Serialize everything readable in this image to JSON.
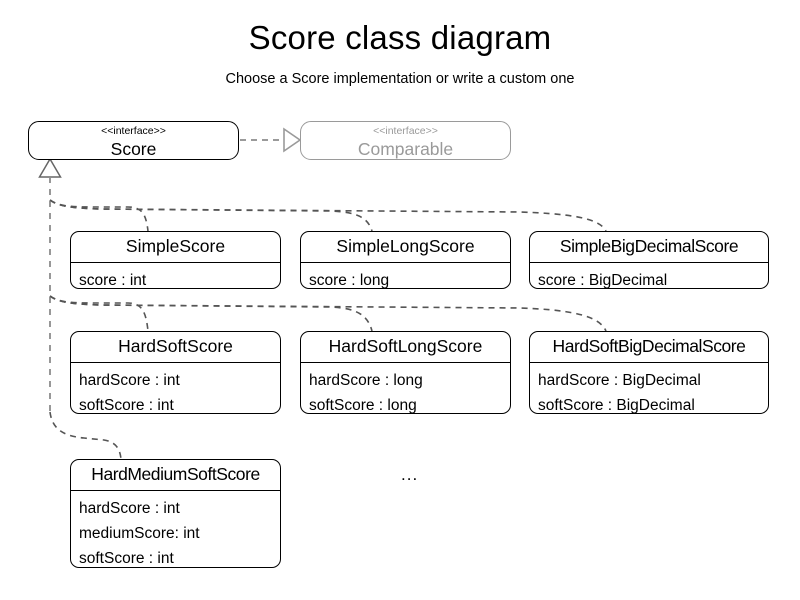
{
  "header": {
    "title": "Score class diagram",
    "subtitle": "Choose a Score implementation or write a custom one"
  },
  "colors": {
    "stroke": "#000000",
    "muted": "#9a9a9a",
    "connector": "#808080",
    "background": "#ffffff"
  },
  "interfaces": [
    {
      "id": "score",
      "stereotype": "<<interface>>",
      "name": "Score",
      "muted": false
    },
    {
      "id": "comparable",
      "stereotype": "<<interface>>",
      "name": "Comparable",
      "muted": true
    }
  ],
  "classes": [
    {
      "id": "simple-score",
      "name": "SimpleScore",
      "attributes": [
        "score : int"
      ]
    },
    {
      "id": "simple-long-score",
      "name": "SimpleLongScore",
      "attributes": [
        "score : long"
      ]
    },
    {
      "id": "simple-big-decimal-score",
      "name": "SimpleBigDecimalScore",
      "attributes": [
        "score : BigDecimal"
      ]
    },
    {
      "id": "hard-soft-score",
      "name": "HardSoftScore",
      "attributes": [
        "hardScore : int",
        "softScore : int"
      ]
    },
    {
      "id": "hard-soft-long-score",
      "name": "HardSoftLongScore",
      "attributes": [
        "hardScore : long",
        "softScore : long"
      ]
    },
    {
      "id": "hard-soft-big-decimal-score",
      "name": "HardSoftBigDecimalScore",
      "attributes": [
        "hardScore : BigDecimal",
        "softScore : BigDecimal"
      ]
    },
    {
      "id": "hard-medium-soft-score",
      "name": "HardMediumSoftScore",
      "attributes": [
        "hardScore : int",
        "mediumScore: int",
        "softScore : int"
      ]
    }
  ],
  "more_indicator": "...",
  "relations": {
    "realization": {
      "from": "Score",
      "to": "Comparable",
      "style": "dashed",
      "arrow": "hollow-triangle"
    },
    "generalization": {
      "parent": "Score",
      "style": "dashed",
      "arrow": "hollow-triangle",
      "children": [
        "SimpleScore",
        "SimpleLongScore",
        "SimpleBigDecimalScore",
        "HardSoftScore",
        "HardSoftLongScore",
        "HardSoftBigDecimalScore",
        "HardMediumSoftScore"
      ]
    }
  }
}
